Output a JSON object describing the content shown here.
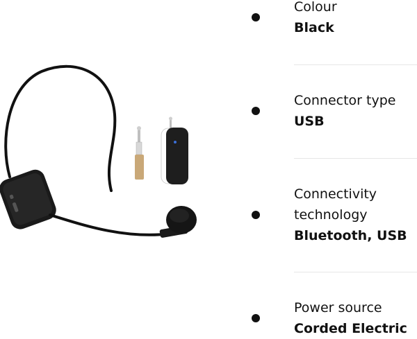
{
  "product": {
    "image_alt": "Black wireless headset microphone with foam windscreen, 6.35mm adapter plug and wireless receiver",
    "receiver_led_color": "#3a6fd8"
  },
  "specs": [
    {
      "label": "Colour",
      "value": "Black"
    },
    {
      "label": "Connector type",
      "value": "USB"
    },
    {
      "label": "Connectivity",
      "label_line2": "technology",
      "value": "Bluetooth, USB"
    },
    {
      "label": "Power source",
      "value": "Corded Electric"
    }
  ],
  "icons": {
    "bullet": "bullet-dot-icon"
  }
}
